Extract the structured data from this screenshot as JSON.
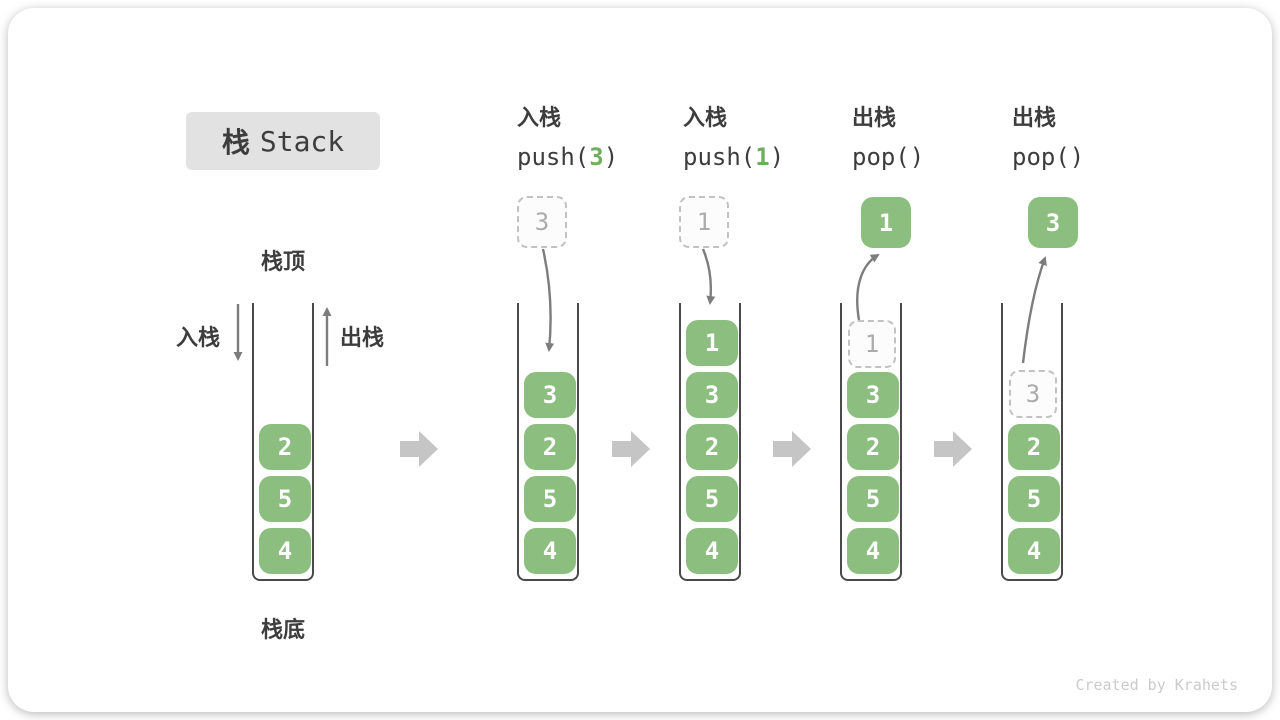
{
  "title": {
    "zh": "栈",
    "en": "Stack"
  },
  "axis_labels": {
    "top": "栈顶",
    "bottom": "栈底",
    "push": "入栈",
    "pop": "出栈"
  },
  "headers": [
    {
      "zh": "入栈",
      "code_pre": "push(",
      "arg": "3",
      "code_post": ")"
    },
    {
      "zh": "入栈",
      "code_pre": "push(",
      "arg": "1",
      "code_post": ")"
    },
    {
      "zh": "出栈",
      "code_pre": "pop()",
      "arg": "",
      "code_post": ""
    },
    {
      "zh": "出栈",
      "code_pre": "pop()",
      "arg": "",
      "code_post": ""
    }
  ],
  "stacks": {
    "s0": {
      "items": [
        "2",
        "5",
        "4"
      ]
    },
    "s1": {
      "floating_ghost": "3",
      "items": [
        "3",
        "2",
        "5",
        "4"
      ]
    },
    "s2": {
      "floating_ghost": "1",
      "items": [
        "1",
        "3",
        "2",
        "5",
        "4"
      ]
    },
    "s3": {
      "floating_value": "1",
      "ghost_in_stack": "1",
      "items": [
        "3",
        "2",
        "5",
        "4"
      ]
    },
    "s4": {
      "floating_value": "3",
      "ghost_in_stack": "3",
      "items": [
        "2",
        "5",
        "4"
      ]
    }
  },
  "watermark": "Created by Krahets",
  "colors": {
    "green": "#8cbe80",
    "green-accent": "#6fae5e",
    "wall": "#4a4a4a",
    "thin-arrow": "#7d7d7d",
    "step-arrow": "#c5c5c5",
    "ghost-border": "#c2c2c2",
    "ghost-text": "#ababab",
    "title-bg": "#e2e2e2",
    "ink": "#3d3d3d",
    "watermark-gray": "#cbcbcb"
  }
}
